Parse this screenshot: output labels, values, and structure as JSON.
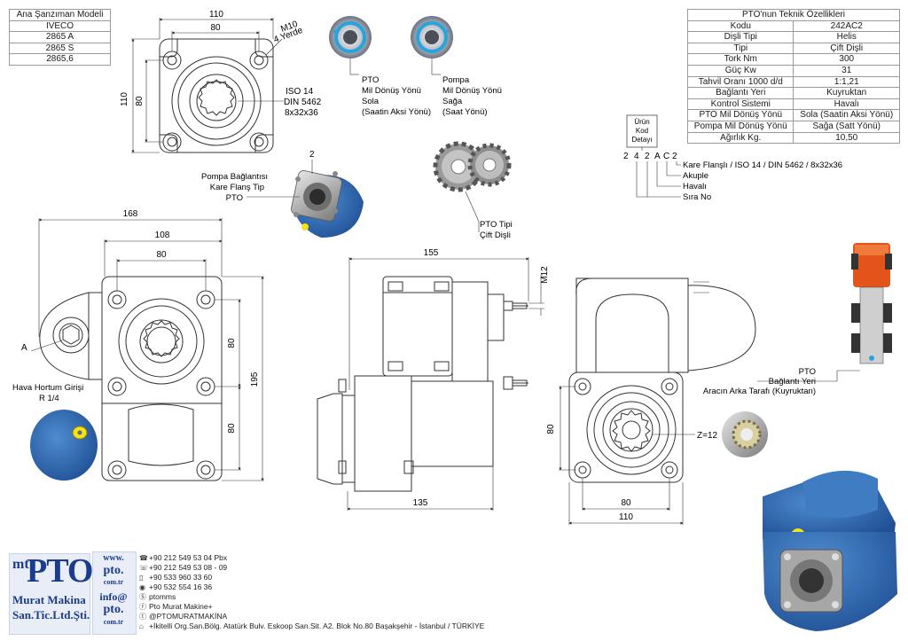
{
  "model_table": {
    "header": "Ana Şanzıman Modeli",
    "rows": [
      "IVECO",
      "2865 A",
      "2865 S",
      "2865,6"
    ]
  },
  "tech_table": {
    "title": "PTO'nun Teknik Özellikleri",
    "rows": [
      [
        "Kodu",
        "242AC2"
      ],
      [
        "Dişli Tipi",
        "Helis"
      ],
      [
        "Tipi",
        "Çift Dişli"
      ],
      [
        "Tork Nm",
        "300"
      ],
      [
        "Güç Kw",
        "31"
      ],
      [
        "Tahvil Oranı 1000 d/d",
        "1:1,21"
      ],
      [
        "Bağlantı Yeri",
        "Kuyruktan"
      ],
      [
        "Kontrol Sistemi",
        "Havalı"
      ],
      [
        "PTO Mil Dönüş Yönü",
        "Sola (Saatin Aksi Yönü)"
      ],
      [
        "Pompa Mil Dönüş Yönü",
        "Sağa (Satt Yönü)"
      ],
      [
        "Ağırlık Kg.",
        "10,50"
      ]
    ]
  },
  "product_code": {
    "header": [
      "Ürün",
      "Kod",
      "Detayı"
    ],
    "chars": [
      "2",
      "4",
      "2",
      "A",
      "C",
      "2"
    ],
    "legend": [
      "Kare Flanşlı / ISO 14 / DIN 5462 / 8x32x36",
      "Akuple",
      "Havalı",
      "Sıra No"
    ]
  },
  "flange_view": {
    "dim_width_outer": "110",
    "dim_width_inner": "80",
    "dim_height_outer": "110",
    "dim_height_inner": "80",
    "bolt_label": [
      "M10",
      "4 Yerde"
    ],
    "spline_label": [
      "ISO 14",
      "DIN 5462",
      "8x32x36"
    ]
  },
  "rotation": {
    "pto": [
      "PTO",
      "Mil Dönüş Yönü",
      "Sola",
      "(Saatin Aksi Yönü)"
    ],
    "pump": [
      "Pompa",
      "Mil Dönüş Yönü",
      "Sağa",
      "(Saat Yönü)"
    ]
  },
  "gear_label": [
    "PTO Tipi",
    "Çift Dişli"
  ],
  "pump_connection": {
    "number": "2",
    "label": [
      "Pompa Bağlantısı",
      "Kare Flanş Tip",
      "PTO"
    ]
  },
  "front_view": {
    "dim_168": "168",
    "dim_108": "108",
    "dim_80": "80",
    "dim_195": "195",
    "dim_80_upper": "80",
    "dim_80_lower": "80",
    "label_a": "A",
    "air_inlet": [
      "Hava Hortum Girişi",
      "R 1/4"
    ]
  },
  "side_view": {
    "dim_155": "155",
    "dim_135": "135",
    "m12": "M12"
  },
  "rear_view": {
    "dim_80_v": "80",
    "dim_80_h": "80",
    "dim_110_h": "110",
    "z_label": "Z=12"
  },
  "mounting": [
    "PTO",
    "Bağlantı Yeri",
    "Aracın Arka Tarafı (Kuyruktan)"
  ],
  "footer": {
    "logo": {
      "mt": "mt",
      "pto": "PTO",
      "line1": "Murat Makina",
      "line2": "San.Tic.Ltd.Şti."
    },
    "web": [
      "www.",
      "pto.",
      "com.tr",
      "info@",
      "pto.",
      "com.tr"
    ],
    "contacts": [
      "+90 212 549 53 04  Pbx",
      "+90 212 549 53 08 - 09",
      "+90 533 960 33 60",
      "+90 532 554 16 36",
      "ptomms",
      "Pto Murat Makine+",
      "@PTOMURATMAKİNA",
      "+İkitelli Org.San.Bölg. Atatürk Bulv. Eskoop San.Sit. A2. Blok No.80 Başakşehir - İstanbul / TÜRKİYE"
    ]
  }
}
